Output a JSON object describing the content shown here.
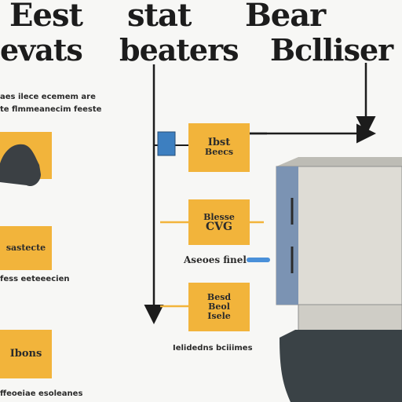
{
  "header": {
    "line1": [
      "Eest",
      "stat",
      "Bear"
    ],
    "line2": [
      "evats",
      "beaters",
      "Bclliser"
    ]
  },
  "left_panel": {
    "caption1": "aes ilece ecemem are",
    "caption2": "te flmmeanecim feeste",
    "box2_label": "sastecte",
    "caption3": "fess eeteeecien",
    "box3_label": "Ibons",
    "caption4": "ffeoeiae esoleanes"
  },
  "middle_panel": {
    "box1_label_top": "Ibst",
    "box1_label_bottom": "Beecs",
    "box2_label_top": "Blesse",
    "box2_label_bottom": "CVG",
    "arrow_label": "Aseoes finel",
    "box3_label_top": "Besd",
    "box3_label_mid": "Beol",
    "box3_label_bottom": "Isele",
    "caption": "Ielidedns bciiimes"
  },
  "colors": {
    "accent_box": "#f2b43b",
    "blue_marker": "#3d7fc0",
    "device_body": "#d9d8d2",
    "device_panel": "#7b93b3",
    "device_base": "#3a4246"
  }
}
